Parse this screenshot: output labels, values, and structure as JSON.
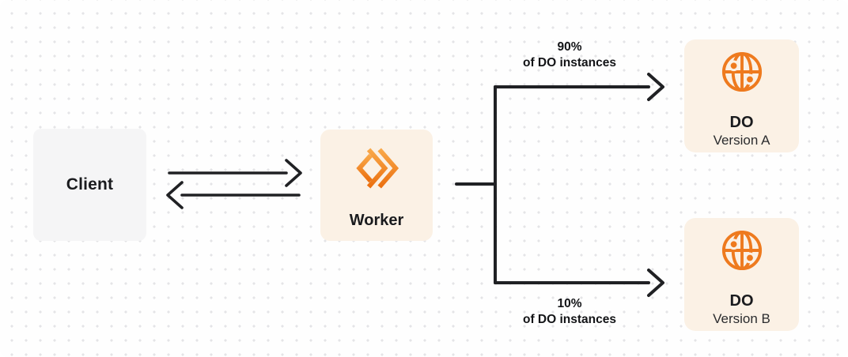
{
  "colors": {
    "background": "#fefefe",
    "dot_grid": "#e4e4e7",
    "client_box_bg": "#f5f5f6",
    "cream_box_bg": "#fbf1e5",
    "line_dark": "#202124",
    "orange": "#ee7a1e",
    "worker_gradient_top": "#f9a849",
    "worker_gradient_bottom": "#eb7010"
  },
  "nodes": {
    "client": {
      "label": "Client"
    },
    "worker": {
      "label": "Worker",
      "icon": "cloudflare-workers-icon"
    },
    "do_a": {
      "title": "DO",
      "subtitle": "Version A",
      "icon": "globe-icon"
    },
    "do_b": {
      "title": "DO",
      "subtitle": "Version B",
      "icon": "globe-icon"
    }
  },
  "edges": {
    "client_worker": {
      "type": "bidirectional-arrows"
    },
    "top_branch": {
      "label_line1": "90%",
      "label_line2": "of DO instances"
    },
    "bottom_branch": {
      "label_line1": "10%",
      "label_line2": "of DO instances"
    }
  }
}
